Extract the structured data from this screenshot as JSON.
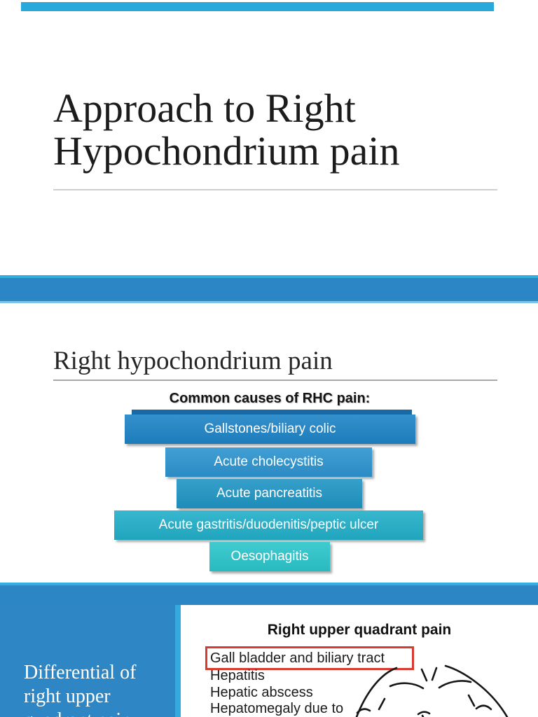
{
  "slide_title": {
    "accent_color": "#29A8DC",
    "title_lines": [
      "Approach to Right",
      "Hypochondrium pain"
    ]
  },
  "dividers": {
    "top_stripe_color": "#36ADE0",
    "body_color": "#2C85C5",
    "bottom_stripe_color": "#7CC7E8"
  },
  "slide_rhc": {
    "heading": "Right hypochondrium pain",
    "funnel_title": "Common causes of RHC pain:",
    "funnel": [
      {
        "label": "Gallstones/biliary colic",
        "color": "#1E84C6"
      },
      {
        "label": "Acute cholecystitis",
        "color": "#2D94CF"
      },
      {
        "label": "Acute pancreatitis",
        "color": "#2095C4"
      },
      {
        "label": "Acute gastritis/duodenitis/peptic ulcer",
        "color": "#22AFC9"
      },
      {
        "label": "Oesophagitis",
        "color": "#2BC5CB"
      }
    ]
  },
  "slide_differential": {
    "sidebar_color": "#2E86C4",
    "sidebar_accent_color": "#35A9DC",
    "sidebar_title_lines": [
      "Differential of",
      "right upper",
      "quadrant pain"
    ],
    "heading": "Right upper quadrant pain",
    "highlight_box_color": "#D93A30",
    "highlighted_item": "Gall bladder and biliary tract",
    "items": [
      "Hepatitis",
      "Hepatic abscess",
      "Hepatomegaly due to"
    ]
  }
}
